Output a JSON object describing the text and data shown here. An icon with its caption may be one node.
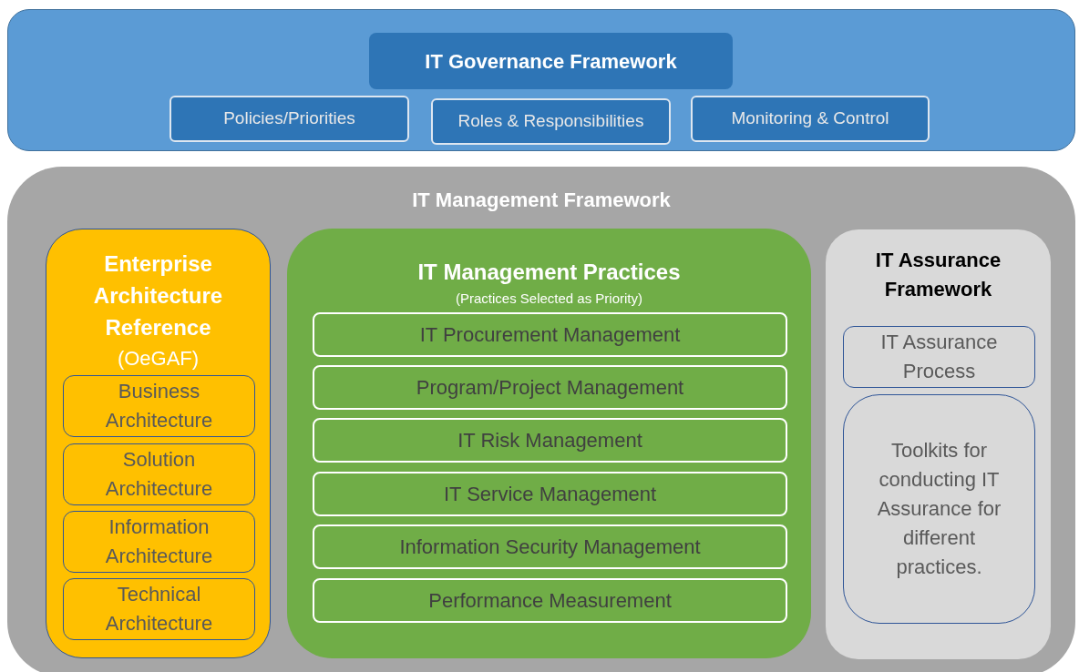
{
  "diagram": {
    "nodes": [
      {
        "text": [],
        "shape": "box"
      },
      {
        "text": [
          "IT Governance Framework"
        ],
        "in": 0
      },
      {
        "text": [
          "Policies/Priorities"
        ],
        "in": 0
      },
      {
        "text": [
          "Roles & Responsibilities"
        ],
        "in": 0
      },
      {
        "text": [
          "Monitoring & Control"
        ],
        "in": 0
      },
      {
        "text": [
          "IT Management Framework"
        ]
      },
      {
        "text": [
          "Enterprise Architecture Reference",
          "(OeGAF)"
        ],
        "in": 5
      },
      {
        "text": [
          "Business Architecture"
        ],
        "in": 6
      },
      {
        "text": [
          "Solution Architecture"
        ],
        "in": 6
      },
      {
        "text": [
          "Information Architecture"
        ],
        "in": 6
      },
      {
        "text": [
          "Technical Architecture"
        ],
        "in": 6
      },
      {
        "text": [
          "IT Management Practices",
          "(Practices Selected as Priority)"
        ],
        "in": 5
      },
      {
        "text": [
          "IT Procurement Management"
        ],
        "in": 11
      },
      {
        "text": [
          "Program/Project Management"
        ],
        "in": 11
      },
      {
        "text": [
          "IT Risk Management"
        ],
        "in": 11
      },
      {
        "text": [
          "IT Service Management"
        ],
        "in": 11
      },
      {
        "text": [
          "Information Security Management"
        ],
        "in": 11
      },
      {
        "text": [
          "Performance Measurement"
        ],
        "in": 11
      },
      {
        "text": [
          "IT Assurance Framework"
        ],
        "in": 5
      },
      {
        "text": [
          "IT Assurance Process"
        ],
        "in": 18
      },
      {
        "text": [
          "Toolkits for conducting IT Assurance for different practices."
        ],
        "in": 18
      }
    ]
  }
}
